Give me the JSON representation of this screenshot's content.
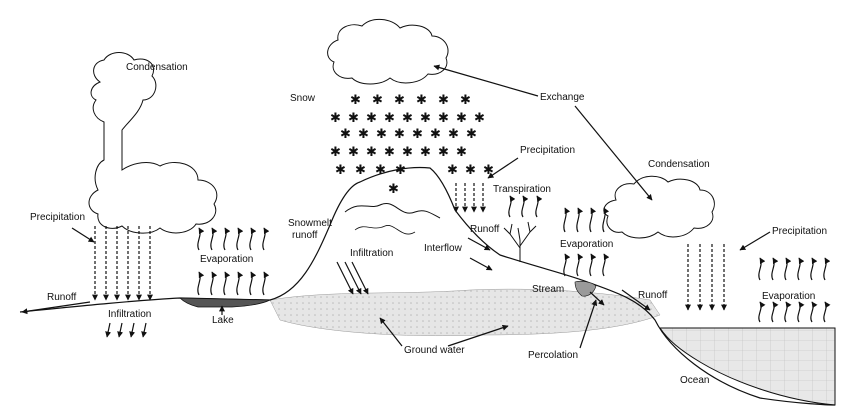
{
  "labels": {
    "condensation_left": "Condensation",
    "snow": "Snow",
    "exchange": "Exchange",
    "precipitation_mid": "Precipitation",
    "condensation_right": "Condensation",
    "transpiration": "Transpiration",
    "precipitation_left": "Precipitation",
    "snowmelt_runoff_1": "Snowmelt",
    "snowmelt_runoff_2": "runoff",
    "evaporation_lake": "Evaporation",
    "infiltration_mountain": "Infiltration",
    "interflow": "Interflow",
    "runoff_hill": "Runoff",
    "evaporation_mid": "Evaporation",
    "precipitation_right": "Precipitation",
    "runoff_left": "Runoff",
    "stream": "Stream",
    "runoff_right": "Runoff",
    "evaporation_ocean": "Evaporation",
    "infiltration_left": "Infiltration",
    "lake": "Lake",
    "ground_water": "Ground water",
    "percolation": "Percolation",
    "ocean": "Ocean"
  },
  "colors": {
    "ink": "#111111",
    "cloud_fill": "#ffffff",
    "ground_water_fill": "#e6e6e6",
    "lake_fill": "#555555",
    "ocean_fill": "#e8e8e8",
    "stream_fill": "#9a9a9a"
  },
  "icons": [
    "cloud-icon",
    "snowflake-icon",
    "tree-icon",
    "arrow-icon"
  ]
}
